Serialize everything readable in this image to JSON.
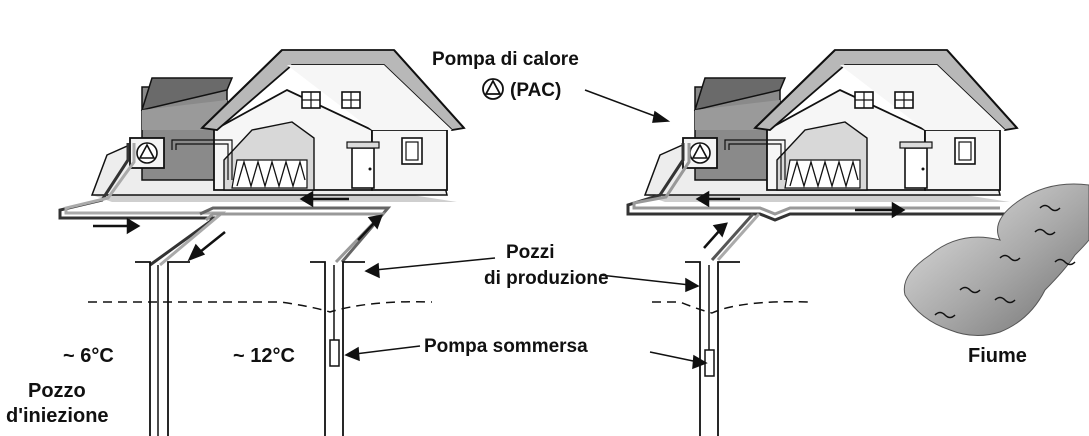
{
  "labels": {
    "pac_line1": "Pompa di calore",
    "pac_line2": "(PAC)",
    "pozzi_line1": "Pozzi",
    "pozzi_line2": "di produzione",
    "pompa_sommersa": "Pompa sommersa",
    "temp_cold": "~ 6°C",
    "temp_warm": "~ 12°C",
    "pozzo_line1": "Pozzo",
    "pozzo_line2": "d'iniezione",
    "fiume": "Fiume"
  },
  "icons": [
    "pump-symbol-icon",
    "flow-arrow-icon",
    "window-icon",
    "door-icon"
  ],
  "colors": {
    "ink": "#111111",
    "wall": "#f4f4f4",
    "dark_roof": "#7c7c7c",
    "shadow": "#c8c8c8",
    "river": "#9a9a9a"
  }
}
